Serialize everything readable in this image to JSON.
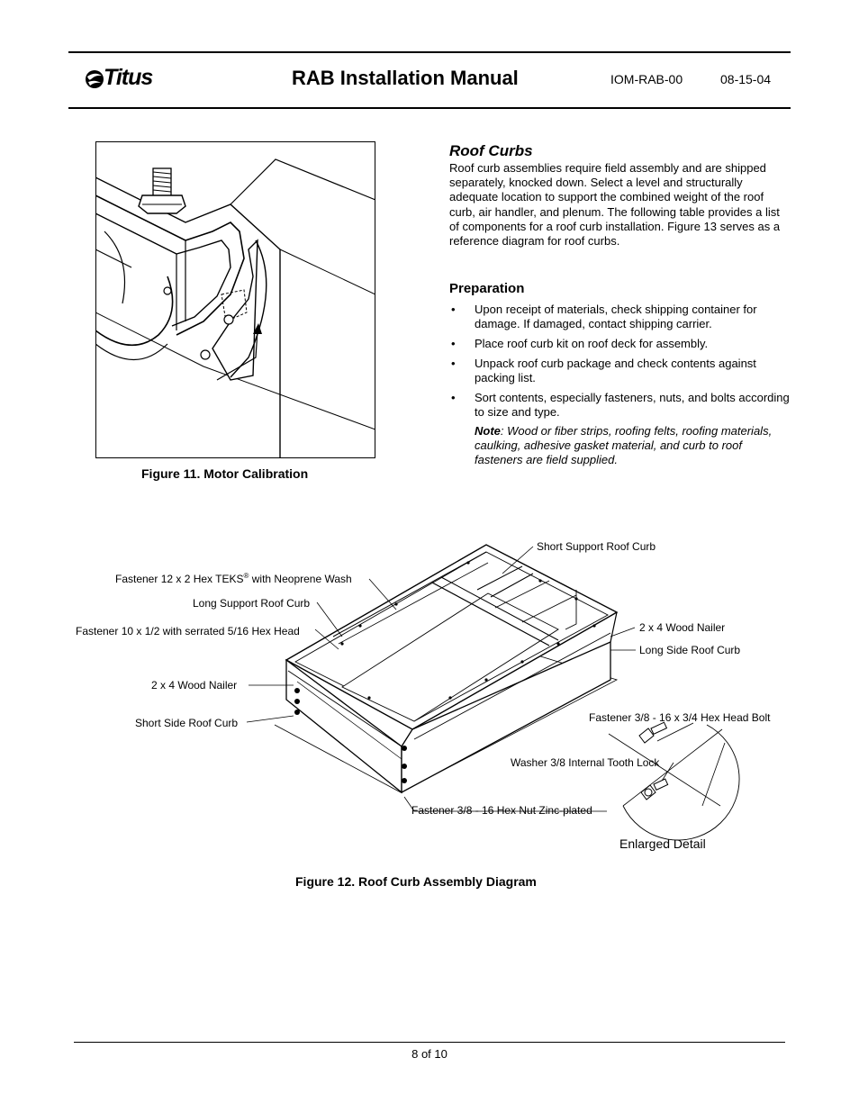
{
  "header": {
    "logo_text": "Titus",
    "title": "RAB Installation Manual",
    "doc_id": "IOM-RAB-00",
    "date": "08-15-04"
  },
  "figure11": {
    "caption": "Figure 11. Motor Calibration"
  },
  "roof_curbs": {
    "title": "Roof Curbs",
    "body": "Roof curb assemblies require field assembly and are shipped separately, knocked down. Select a level and structurally adequate location to support the combined weight of the roof curb, air handler, and plenum. The following table provides a list of components for a roof curb installation. Figure 13 serves as a reference diagram for roof curbs."
  },
  "preparation": {
    "title": "Preparation",
    "bullets": [
      "Upon receipt of materials, check shipping container for damage. If damaged, contact shipping carrier.",
      "Place roof curb kit on roof deck for assembly.",
      "Unpack roof curb package and check contents against packing list.",
      "Sort contents, especially fasteners, nuts, and bolts according to size and type."
    ],
    "note_label": "Note",
    "note_text": ": Wood or fiber strips, roofing felts, roofing materials, caulking, adhesive gasket material, and curb to roof fasteners are field supplied."
  },
  "figure12": {
    "caption": "Figure 12. Roof Curb Assembly Diagram",
    "labels": {
      "short_support": "Short Support Roof Curb",
      "fastener_teks": "Fastener 12 x 2 Hex TEKS",
      "teks_reg": "®",
      "teks_suffix": " with Neoprene Wash",
      "long_support": "Long Support Roof Curb",
      "fastener_10": "Fastener 10 x 1/2 with serrated 5/16 Hex Head",
      "wood_nailer_right": "2 x 4 Wood Nailer",
      "long_side": "Long Side Roof Curb",
      "wood_nailer_left": "2 x 4 Wood Nailer",
      "short_side": "Short Side Roof Curb",
      "hex_head_bolt": "Fastener 3/8 - 16 x 3/4  Hex Head Bolt",
      "washer": "Washer 3/8 Internal Tooth Lock",
      "hex_nut": "Fastener 3/8 - 16 Hex Nut Zinc-plated",
      "enlarged": "Enlarged Detail"
    }
  },
  "footer": {
    "page": "8 of 10"
  }
}
